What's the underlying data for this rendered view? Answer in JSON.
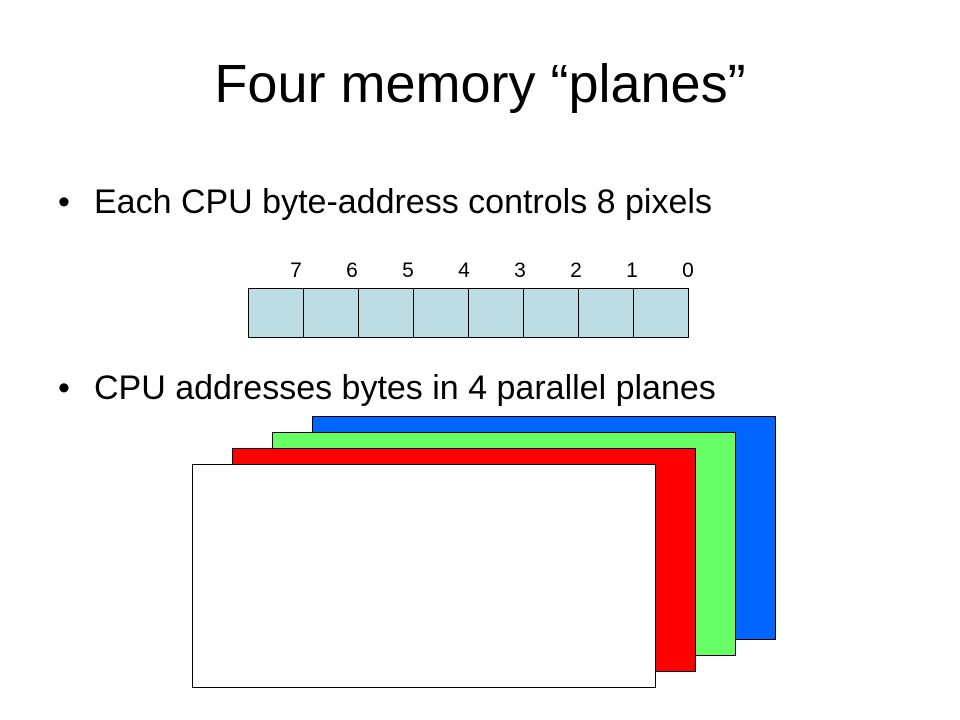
{
  "slide": {
    "title": "Four memory “planes”",
    "bullets": [
      "Each CPU byte-address controls 8 pixels",
      "CPU addresses bytes in 4 parallel planes"
    ]
  },
  "byte_diagram": {
    "bit_labels": [
      "7",
      "6",
      "5",
      "4",
      "3",
      "2",
      "1",
      "0"
    ],
    "cell_color": "#BBDDE3",
    "cell_count": 8
  },
  "planes": {
    "colors": {
      "blue": "#0066FF",
      "green": "#66FF66",
      "red": "#FF0000",
      "white": "#FFFFFF"
    }
  }
}
